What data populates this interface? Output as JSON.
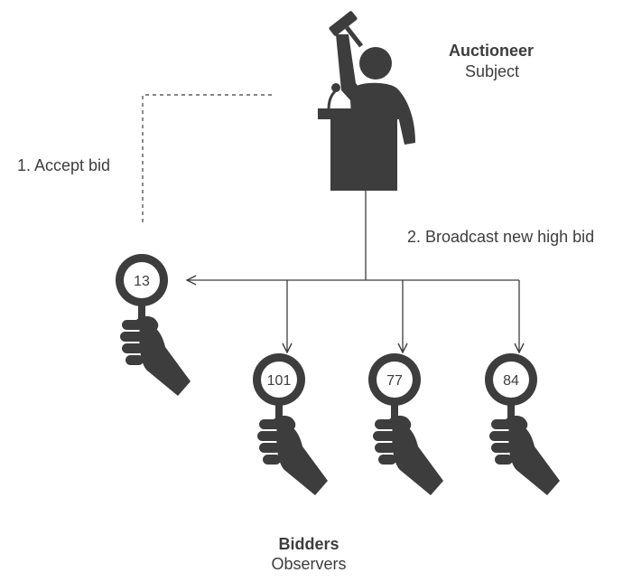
{
  "auctioneer": {
    "role": "Auctioneer",
    "pattern_role": "Subject"
  },
  "bidders": {
    "role": "Bidders",
    "pattern_role": "Observers",
    "paddles": [
      {
        "number": "13"
      },
      {
        "number": "101"
      },
      {
        "number": "77"
      },
      {
        "number": "84"
      }
    ]
  },
  "steps": {
    "accept": "1. Accept bid",
    "broadcast": "2. Broadcast new high bid"
  },
  "colors": {
    "ink": "#3d3d3d",
    "background": "#ffffff"
  }
}
